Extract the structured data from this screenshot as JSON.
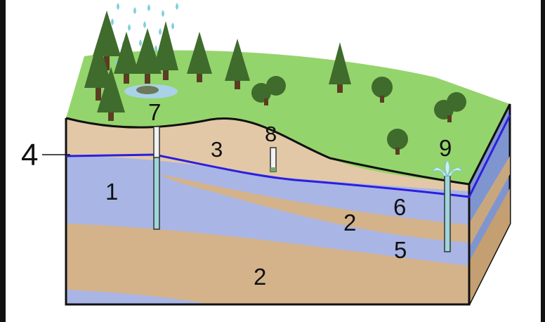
{
  "diagram": {
    "labels": {
      "l1": "1",
      "l2a": "2",
      "l2b": "2",
      "l3": "3",
      "l4": "4",
      "l5": "5",
      "l6": "6",
      "l7": "7",
      "l8": "8",
      "l9": "9"
    },
    "colors": {
      "grass": "#94d46c",
      "soil": "#e2c8a6",
      "aquifer": "#a9b5e4",
      "aquitard": "#d4b38b",
      "water_table": "#2c1ee0",
      "tree": "#3f6b2d",
      "well": "#9ed6dc"
    }
  }
}
